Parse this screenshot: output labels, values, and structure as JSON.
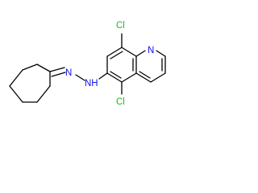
{
  "molecule": {
    "atoms": {
      "cl_top": "Cl",
      "cl_bottom": "Cl",
      "ring_n": "N",
      "hydrazone_n": "N",
      "nh": "NH"
    },
    "colors": {
      "bond": "#000000",
      "chlorine": "#1fb81f",
      "nitrogen": "#1010ee",
      "background": "#ffffff"
    }
  }
}
